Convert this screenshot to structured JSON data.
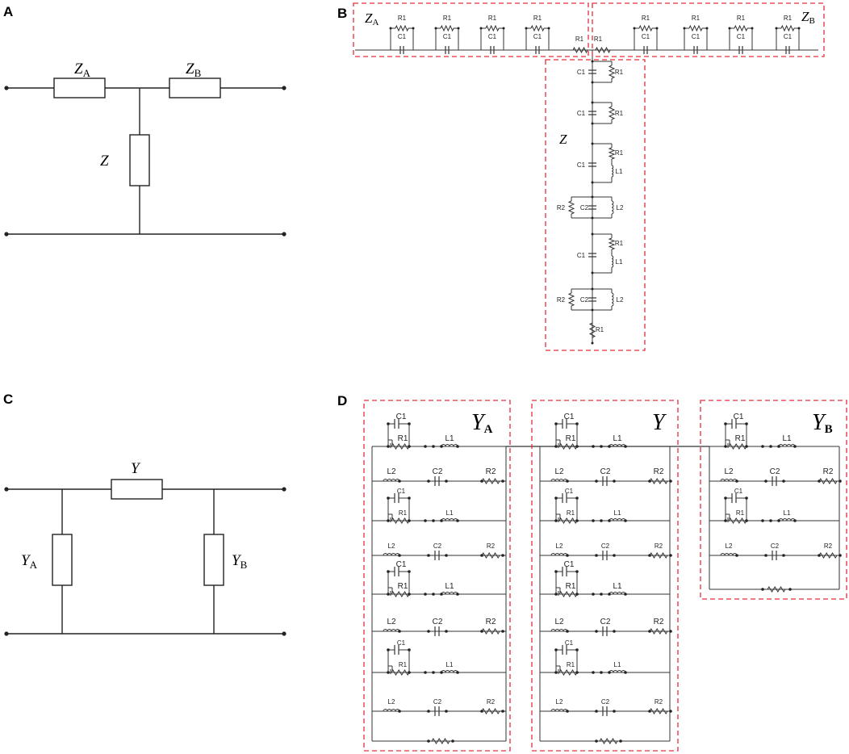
{
  "panels": {
    "a": {
      "label": "A",
      "za": "Z",
      "za_sub": "A",
      "zb": "Z",
      "zb_sub": "B",
      "z": "Z"
    },
    "b": {
      "label": "B",
      "za": "Z",
      "za_sub": "A",
      "zb": "Z",
      "zb_sub": "B",
      "z": "Z",
      "comp": {
        "r1": "R1",
        "r2": "R2",
        "c1": "C1",
        "c2": "C2",
        "l1": "L1",
        "l2": "L2"
      }
    },
    "c": {
      "label": "C",
      "y": "Y",
      "ya": "Y",
      "ya_sub": "A",
      "yb": "Y",
      "yb_sub": "B"
    },
    "d": {
      "label": "D",
      "ya": "Y",
      "ya_sub": "A",
      "y": "Y",
      "yb": "Y",
      "yb_sub": "B",
      "comp": {
        "r1": "R1",
        "r2": "R2",
        "c1": "C1",
        "c2": "C2",
        "l1": "L1",
        "l2": "L2"
      }
    }
  },
  "colors": {
    "highlight": "#e0303c",
    "wire": "#222222"
  }
}
